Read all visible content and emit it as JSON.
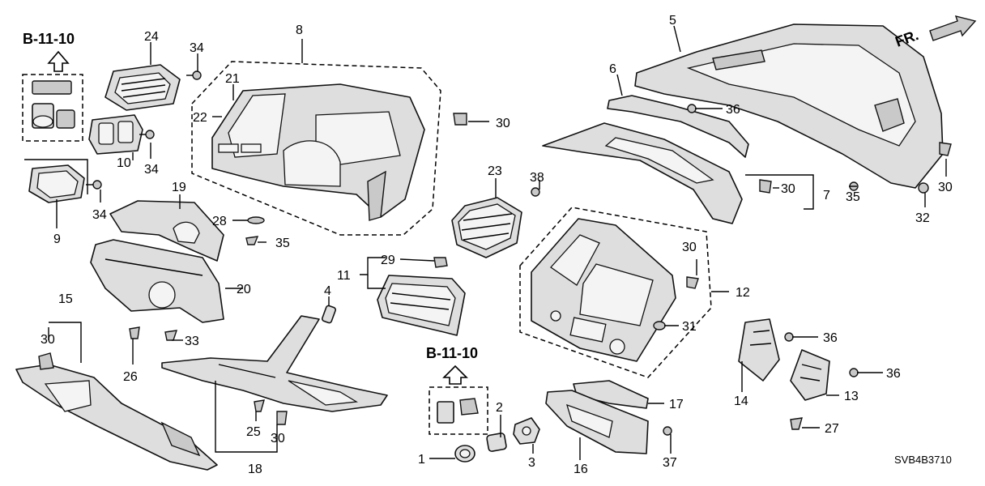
{
  "diagram": {
    "code": "SVB4B3710",
    "front_indicator": "FR.",
    "ref_labels": [
      "B-11-10",
      "B-11-10"
    ],
    "callouts": {
      "c1": "1",
      "c2": "2",
      "c3": "3",
      "c4": "4",
      "c5": "5",
      "c6": "6",
      "c7": "7",
      "c8": "8",
      "c9": "9",
      "c10": "10",
      "c11": "11",
      "c12": "12",
      "c13": "13",
      "c14": "14",
      "c15": "15",
      "c16": "16",
      "c17": "17",
      "c18": "18",
      "c19": "19",
      "c20": "20",
      "c21": "21",
      "c22": "22",
      "c23": "23",
      "c24": "24",
      "c25": "25",
      "c26": "26",
      "c27": "27",
      "c28": "28",
      "c29": "29",
      "c30": "30",
      "c31": "31",
      "c32": "32",
      "c33": "33",
      "c34": "34",
      "c35": "35",
      "c36": "36",
      "c37": "37",
      "c38": "38"
    }
  }
}
